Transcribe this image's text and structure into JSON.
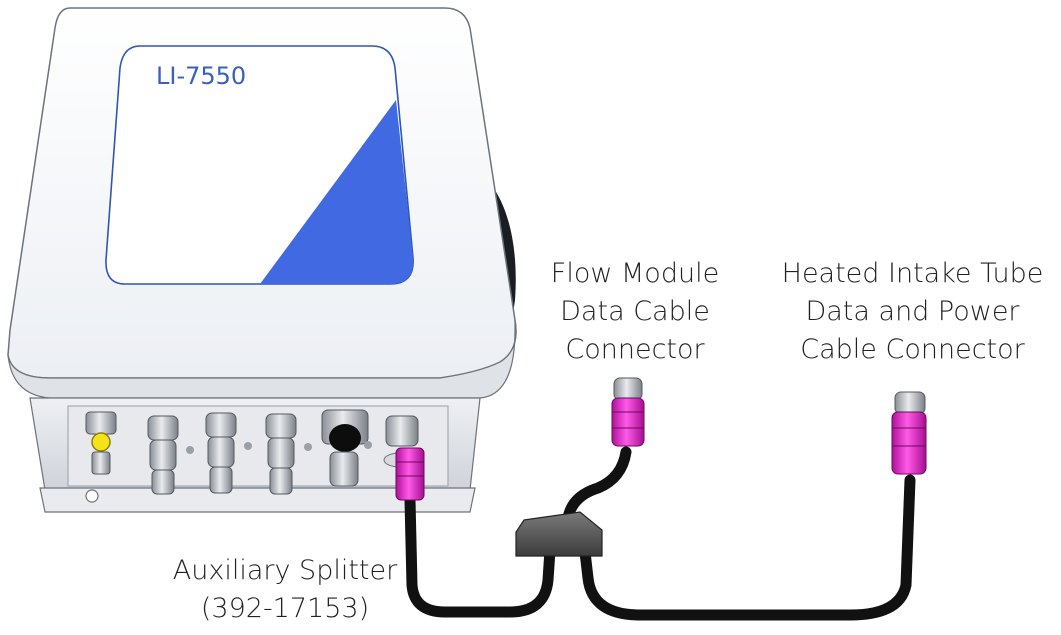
{
  "device": {
    "model_label": "LI-7550"
  },
  "labels": {
    "flow_module": [
      "Flow Module",
      "Data Cable",
      "Connector"
    ],
    "heated_intake": [
      "Heated Intake Tube",
      "Data and Power",
      "Cable Connector"
    ],
    "aux_splitter": [
      "Auxiliary Splitter",
      "(392-17153)"
    ]
  },
  "colors": {
    "panel_blue": "#4169e1",
    "connector_magenta": "#e619c8",
    "cable_black": "#111111",
    "status_yellow": "#f5e31a",
    "splitter_gray": "#5a5a5a"
  }
}
